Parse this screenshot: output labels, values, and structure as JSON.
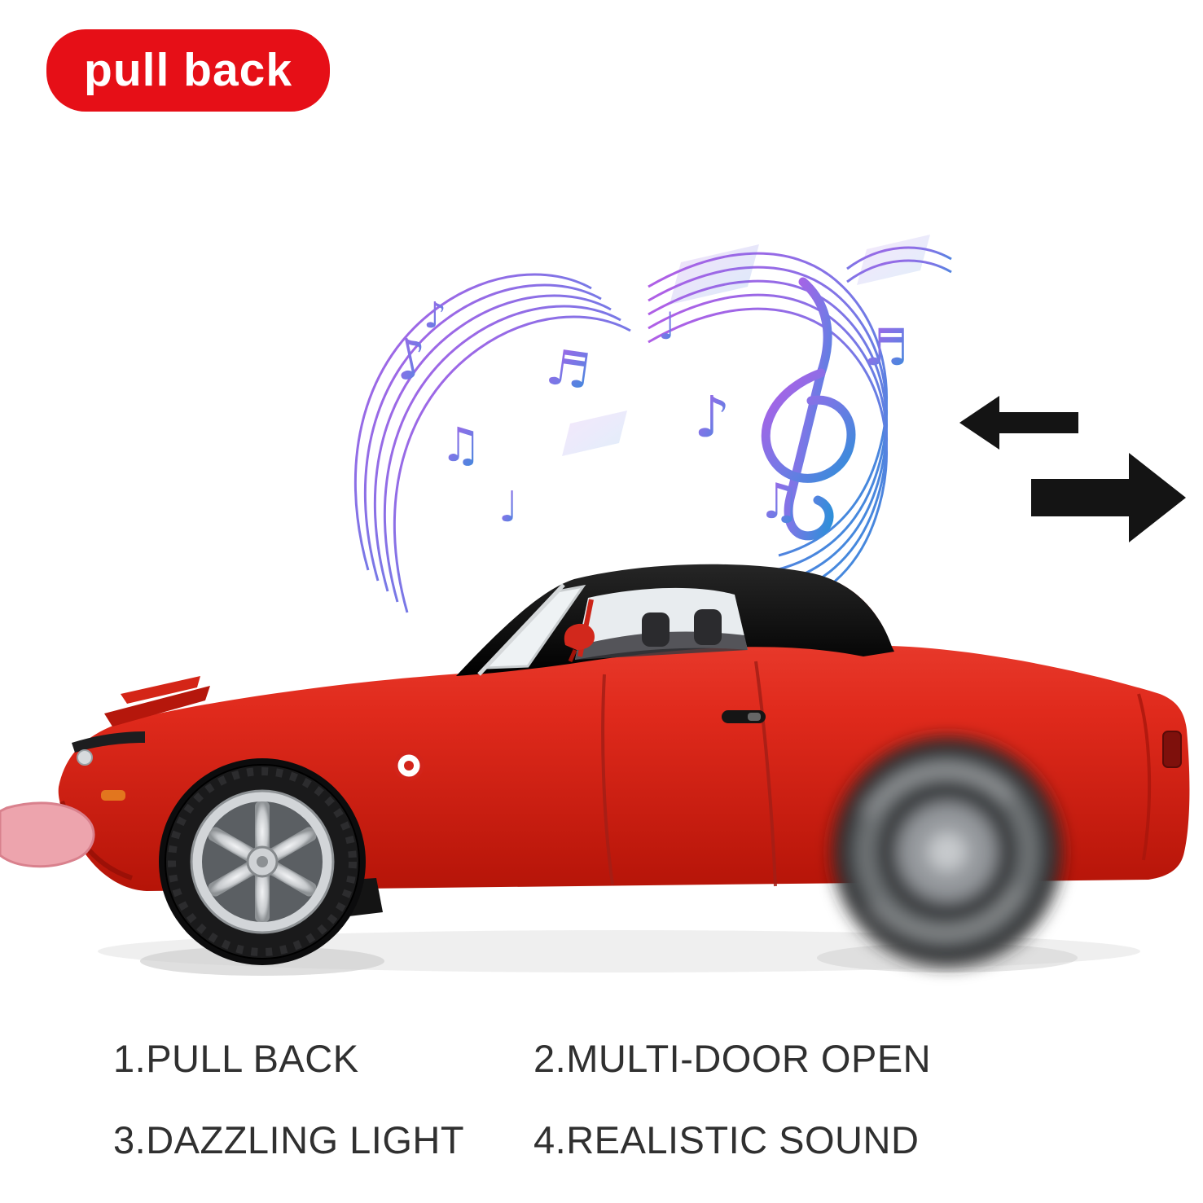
{
  "badge": {
    "label": "pull back",
    "bg_color": "#e60f17",
    "text_color": "#ffffff"
  },
  "features": {
    "text_color": "#303030",
    "items": [
      {
        "label": "1.PULL BACK"
      },
      {
        "label": "2.MULTI-DOOR OPEN"
      },
      {
        "label": "3.DAZZLING LIGHT"
      },
      {
        "label": "4.REALISTIC SOUND"
      }
    ]
  },
  "illustration": {
    "car": {
      "name": "red-toy-sports-car-side-view",
      "body_color": "#e02a1c",
      "roof_color": "#111111",
      "rear_wheel_state": "motion-blurred",
      "pull_tab_color": "#eda4ad"
    },
    "icons": [
      {
        "name": "music-notes-icon",
        "gradient": [
          "#b65ce6",
          "#2e8fd9"
        ]
      },
      {
        "name": "arrow-left-icon",
        "color": "#141414"
      },
      {
        "name": "arrow-right-icon",
        "color": "#141414"
      }
    ]
  }
}
